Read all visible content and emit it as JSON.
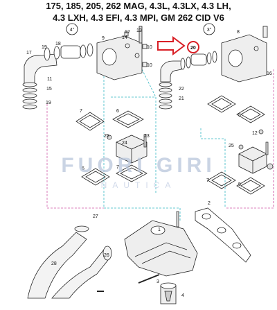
{
  "title": {
    "line1": "175, 185, 205, 262 MAG, 4.3L, 4.3LX, 4.3 LH,",
    "line2": "4.3 LXH, 4.3 EFI, 4.3 MPI, GM 262 CID V6"
  },
  "watermark": {
    "main": "FUORI GIRI",
    "sub": "NAUTICA"
  },
  "callouts": {
    "left_version": "4\"",
    "right_version": "3\"",
    "highlighted": "20"
  },
  "part_labels": {
    "p1": "1",
    "p2": "2",
    "p3": "3",
    "p4": "4",
    "p5": "5",
    "p6": "6",
    "p7": "7",
    "p8": "8",
    "p9": "9",
    "p10": "10",
    "p11": "11",
    "p12": "12",
    "p13": "13",
    "p14": "14",
    "p15": "15",
    "p16": "16",
    "p17": "17",
    "p18": "18",
    "p19": "19",
    "p20": "20",
    "p21": "21",
    "p22": "22",
    "p23": "23",
    "p24": "24",
    "p25": "25",
    "p26": "26",
    "p27": "27",
    "p28": "28"
  },
  "colors": {
    "guide_cyan": "#35b7c4",
    "guide_pink": "#d05aa8",
    "arrow_red": "#d91f26",
    "highlight_circle": "#d91f26",
    "watermark": "#b9c6dc"
  }
}
